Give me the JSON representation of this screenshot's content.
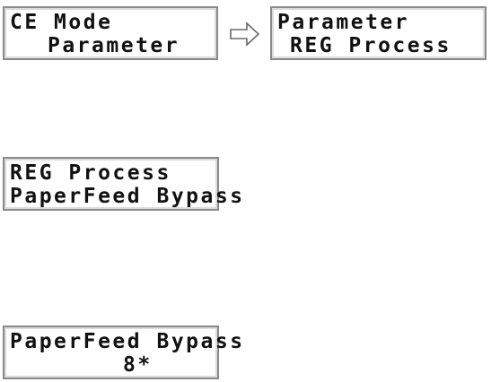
{
  "screens": {
    "ce_mode": {
      "line1": "CE Mode",
      "line2": "Parameter"
    },
    "parameter": {
      "line1": "Parameter",
      "line2": "REG Process"
    },
    "reg_process": {
      "line1": "REG Process",
      "line2": "PaperFeed Bypass"
    },
    "paperfeed_bypass": {
      "line1": "PaperFeed Bypass",
      "line2": "8*"
    }
  },
  "icons": {
    "transition": "arrow-right-outline-icon"
  },
  "colors": {
    "lcd_border": "#8a8a8a",
    "lcd_text": "#111111",
    "background": "#ffffff"
  }
}
